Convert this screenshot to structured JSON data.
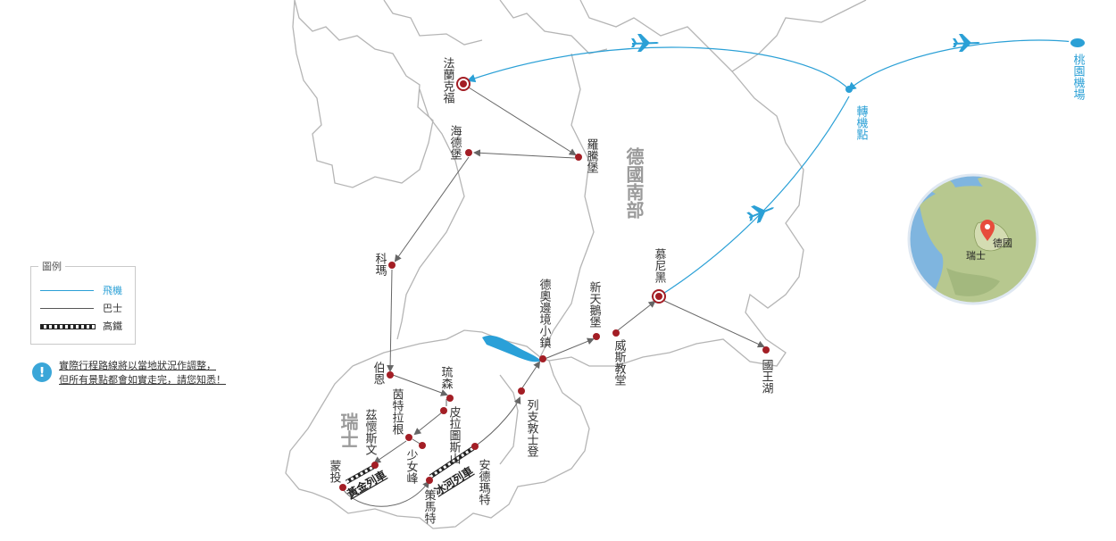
{
  "region_label": "德國南部",
  "country_label": "瑞士",
  "origin_airport": "桃園機場",
  "transfer": "轉機點",
  "cities": {
    "frankfurt": "法蘭克福",
    "heidelberg": "海德堡",
    "rothenburg": "羅騰堡",
    "colmar": "科瑪",
    "bern": "伯恩",
    "lucerne": "琉森",
    "interlaken": "茵特拉根",
    "pilatus": "皮拉圖斯山",
    "zweisimmen": "茲懷斯文",
    "jungfrau": "少女峰",
    "montreux": "蒙投",
    "zermatt": "策馬特",
    "andermatt": "安德瑪特",
    "lichtenstein": "列支敦士登",
    "lindau": "德奧邊境小鎮",
    "neuschwanstein": "新天鵝堡",
    "wieskirche": "威斯教堂",
    "munich": "慕尼黑",
    "konigssee": "國王湖"
  },
  "trains": {
    "golden_pass": "黃金列車",
    "glacier_express": "冰河列車"
  },
  "globe": {
    "germany": "德國",
    "switzerland": "瑞士"
  },
  "legend": {
    "title": "圖例",
    "flight": "飛機",
    "bus": "巴士",
    "rail": "高鐵"
  },
  "note": {
    "line1": "實際行程路線將以當地狀況作調整，",
    "line2": "但所有景點都會如實走完，請您知悉！"
  },
  "colors": {
    "flight": "#2ba0d6",
    "bus": "#666666",
    "city_dot": "#a31e25",
    "lake": "#2aa0d8",
    "border": "#b5b5b5"
  }
}
